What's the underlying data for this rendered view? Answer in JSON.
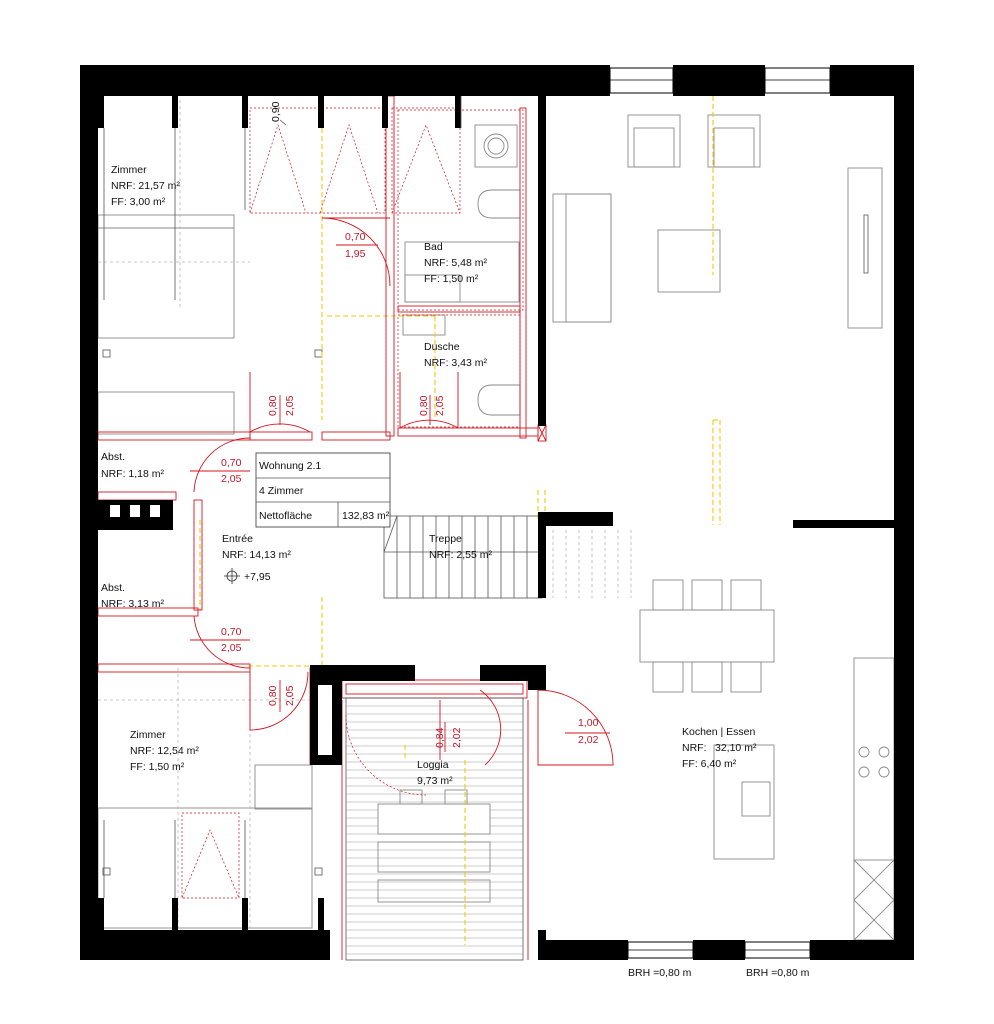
{
  "rooms": {
    "zimmer1": {
      "name": "Zimmer",
      "nrf": "NRF: 21,57 m²",
      "ff": "FF: 3,00 m²"
    },
    "bad": {
      "name": "Bad",
      "nrf": "NRF: 5,48 m²",
      "ff": "FF: 1,50 m²"
    },
    "dusche": {
      "name": "Dusche",
      "nrf": "NRF: 3,43 m²"
    },
    "abst1": {
      "name": "Abst.",
      "nrf": "NRF: 1,18 m²"
    },
    "entree": {
      "name": "Entrée",
      "nrf": "NRF: 14,13 m²",
      "level": "+7,95"
    },
    "treppe": {
      "name": "Treppe",
      "nrf": "NRF: 2,55 m²"
    },
    "abst2": {
      "name": "Abst.",
      "nrf": "NRF: 3,13 m²"
    },
    "zimmer2": {
      "name": "Zimmer",
      "nrf": "NRF: 12,54 m²",
      "ff": "FF: 1,50 m²"
    },
    "loggia": {
      "name": "Loggia",
      "area": "9,73 m²"
    },
    "kochen": {
      "name": "Kochen | Essen",
      "nrf_label": "NRF:",
      "nrf_value": "32,10 m²",
      "ff": "FF: 6,40 m²"
    }
  },
  "info_table": {
    "unit": "Wohnung 2.1",
    "rooms": "4 Zimmer",
    "net_label": "Nettofläche",
    "net_value": "132,83 m²"
  },
  "dimensions": {
    "window_top": "0,90",
    "d1_w": "0,70",
    "d1_h": "1,95",
    "d2_w": "0,80",
    "d2_h": "2,05",
    "d3_w": "0,80",
    "d3_h": "2,05",
    "d4_w": "0,70",
    "d4_h": "2,05",
    "d5_w": "0,70",
    "d5_h": "2,05",
    "d6_w": "0,80",
    "d6_h": "2,05",
    "d7_w": "0,84",
    "d7_h": "2,02",
    "d8_w": "1,00",
    "d8_h": "2,02"
  },
  "sill": {
    "left": "BRH =0,80 m",
    "right": "BRH =0,80 m"
  },
  "colors": {
    "wall": "#000000",
    "dimension": "#c0182a",
    "axis": "#f5c800",
    "furniture": "#8a8a8a"
  }
}
